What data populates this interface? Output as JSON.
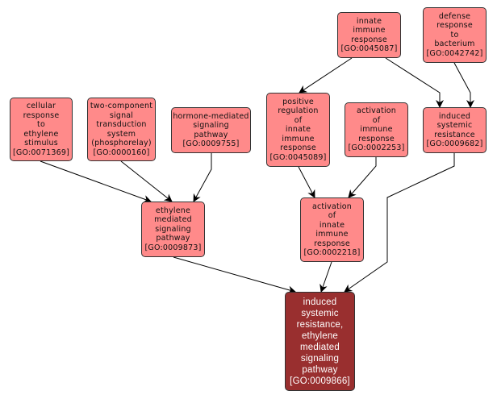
{
  "colors": {
    "node_fill": "#ff8a8a",
    "target_fill": "#992f2f",
    "border": "#333333",
    "edge": "#000000"
  },
  "nodes": {
    "n0071369": {
      "lines": [
        "cellular",
        "response",
        "to",
        "ethylene",
        "stimulus"
      ],
      "id": "[GO:0071369]"
    },
    "n0000160": {
      "lines": [
        "two-component",
        "signal",
        "transduction",
        "system",
        "(phosphorelay)"
      ],
      "id": "[GO:0000160]"
    },
    "n0009755": {
      "lines": [
        "hormone-mediated",
        "signaling",
        "pathway"
      ],
      "id": "[GO:0009755]"
    },
    "n0045087": {
      "lines": [
        "innate",
        "immune",
        "response"
      ],
      "id": "[GO:0045087]"
    },
    "n0042742": {
      "lines": [
        "defense",
        "response",
        "to",
        "bacterium"
      ],
      "id": "[GO:0042742]"
    },
    "n0045089": {
      "lines": [
        "positive",
        "regulation",
        "of",
        "innate",
        "immune",
        "response"
      ],
      "id": "[GO:0045089]"
    },
    "n0002253": {
      "lines": [
        "activation",
        "of",
        "immune",
        "response"
      ],
      "id": "[GO:0002253]"
    },
    "n0009682": {
      "lines": [
        "induced",
        "systemic",
        "resistance"
      ],
      "id": "[GO:0009682]"
    },
    "n0009873": {
      "lines": [
        "ethylene",
        "mediated",
        "signaling",
        "pathway"
      ],
      "id": "[GO:0009873]"
    },
    "n0002218": {
      "lines": [
        "activation",
        "of",
        "innate",
        "immune",
        "response"
      ],
      "id": "[GO:0002218]"
    },
    "n0009866": {
      "lines": [
        "induced",
        "systemic",
        "resistance,",
        "ethylene",
        "mediated",
        "signaling",
        "pathway"
      ],
      "id": "[GO:0009866]"
    }
  },
  "edges": [
    {
      "from": "n0071369",
      "to": "n0009873"
    },
    {
      "from": "n0000160",
      "to": "n0009873"
    },
    {
      "from": "n0009755",
      "to": "n0009873"
    },
    {
      "from": "n0045087",
      "to": "n0045089"
    },
    {
      "from": "n0045087",
      "to": "n0009682"
    },
    {
      "from": "n0042742",
      "to": "n0009682"
    },
    {
      "from": "n0045089",
      "to": "n0002218"
    },
    {
      "from": "n0002253",
      "to": "n0002218"
    },
    {
      "from": "n0009873",
      "to": "n0009866"
    },
    {
      "from": "n0002218",
      "to": "n0009866"
    },
    {
      "from": "n0009682",
      "to": "n0009866"
    }
  ]
}
